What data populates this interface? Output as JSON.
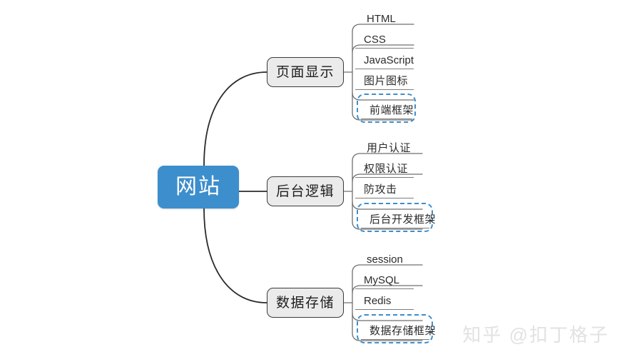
{
  "diagram": {
    "type": "mind-map",
    "background_color": "#ffffff",
    "root": {
      "label": "网站",
      "fill_color": "#3d8ecc",
      "text_color": "#ffffff"
    },
    "branch_style": {
      "fill_color": "#ebebeb",
      "border_color": "#3a3a3a",
      "text_color": "#1d1d1d"
    },
    "highlight_style": {
      "border_color": "#3d8ecc",
      "border_pattern": "dashed"
    },
    "branches": [
      {
        "label": "页面显示",
        "leaves": [
          {
            "label": "HTML",
            "highlighted": false
          },
          {
            "label": "CSS",
            "highlighted": false
          },
          {
            "label": "JavaScript",
            "highlighted": false
          },
          {
            "label": "图片图标",
            "highlighted": false
          },
          {
            "label": "前端框架",
            "highlighted": true
          }
        ]
      },
      {
        "label": "后台逻辑",
        "leaves": [
          {
            "label": "用户认证",
            "highlighted": false
          },
          {
            "label": "权限认证",
            "highlighted": false
          },
          {
            "label": "防攻击",
            "highlighted": false
          },
          {
            "label": "后台开发框架",
            "highlighted": true
          }
        ]
      },
      {
        "label": "数据存储",
        "leaves": [
          {
            "label": "session",
            "highlighted": false
          },
          {
            "label": "MySQL",
            "highlighted": false
          },
          {
            "label": "Redis",
            "highlighted": false
          },
          {
            "label": "数据存储框架",
            "highlighted": true
          }
        ]
      }
    ]
  },
  "watermark": {
    "text": "知乎 @扣丁格子"
  }
}
